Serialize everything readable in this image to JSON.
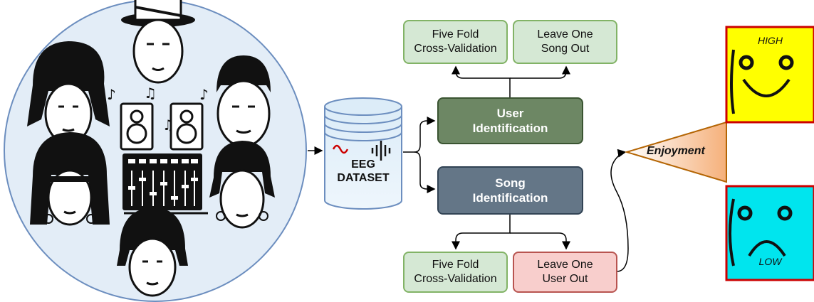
{
  "dataset": {
    "line1": "EEG",
    "line2": "DATASET"
  },
  "user_id": {
    "label": "User\nIdentification"
  },
  "song_id": {
    "label": "Song\nIdentification"
  },
  "user_validation": {
    "five_fold": "Five Fold\nCross-Validation",
    "leave_one": "Leave One\nSong Out"
  },
  "song_validation": {
    "five_fold": "Five Fold\nCross-Validation",
    "leave_one": "Leave One\nUser Out"
  },
  "enjoyment": {
    "label": "Enjoyment"
  },
  "high_face": {
    "label": "HIGH"
  },
  "low_face": {
    "label": "LOW"
  },
  "colors": {
    "green_fill": "#d5e8d4",
    "green_stroke": "#82b366",
    "red_fill": "#f8cecc",
    "red_stroke": "#b85450",
    "user_box": "#6d8764",
    "song_box": "#647687",
    "high_bg": "#ffff00",
    "low_bg": "#00e5ee",
    "face_border": "#cc0000",
    "enjoy_stroke": "#b46504",
    "circle_fill": "#e3edf7",
    "circle_stroke": "#6c8ebf"
  }
}
